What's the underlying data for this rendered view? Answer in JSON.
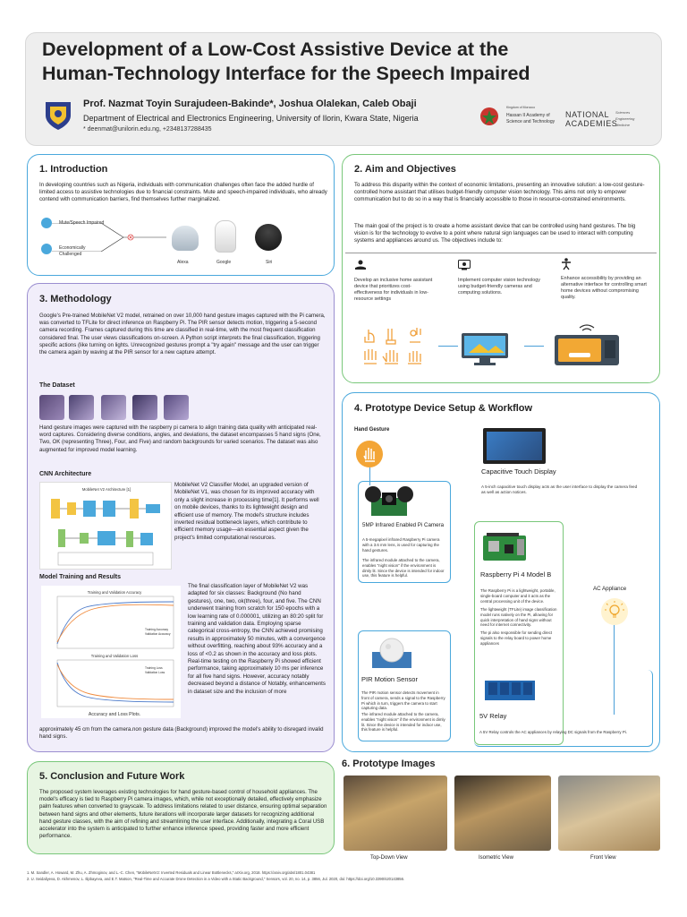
{
  "header": {
    "title_line1": "Development of a Low-Cost Assistive Device at the",
    "title_line2": "Human-Technology Interface for the Speech Impaired",
    "authors": "Prof. Nazmat Toyin Surajudeen-Bakinde*, Joshua Olalekan, Caleb Obaji",
    "department": "Department of Electrical and Electronics Engineering, University of Ilorin, Kwara State,  Nigeria",
    "contact": "* deenmat@unilorin.edu.ng, +2348137288435",
    "academy_line1": "Kingdom of Morocco",
    "academy_line2": "Hassan II Academy of",
    "academy_line3": "Science and Technology",
    "nas_line1": "NATIONAL",
    "nas_line2": "ACADEMIES",
    "nas_side1": "Sciences",
    "nas_side2": "Engineering",
    "nas_side3": "Medicine"
  },
  "intro": {
    "title": "1. Introduction",
    "text": "In developing countries such as Nigeria, individuals with communication challenges often face the added hurdle of limited access to assistive technologies due to financial constraints. Mute and speech-impaired individuals, who already contend with communication barriers, find themselves further marginalized.",
    "label_mute": "Mute/Speech Impaired",
    "label_econ1": "Economically",
    "label_econ2": "Challenged",
    "label_alexa": "Alexa",
    "label_google": "Google",
    "label_siri": "Siri"
  },
  "aim": {
    "title": "2. Aim and Objectives",
    "text1": "To address this disparity within the context of economic limitations, presenting an innovative solution: a low-cost gesture-controlled home assistant that utilises budget-friendly computer vision technology. This aims not only to empower communication but to do so in a way that is financially accessible to those in resource-constrained environments.",
    "text2": "The main goal of the project is to create a home assistant device that can be controlled using hand gestures. The big vision is for the technology to evolve to a point where natural sign languages can be used to interact with computing systems and appliances around us. The objectives include to:",
    "obj1": "Develop an inclusive home assistant device that prioritizes cost-effectiveness for individuals in low-resource settings",
    "obj2": "Implement computer vision technology using budget-friendly cameras and computing solutions.",
    "obj3": "Enhance accessibility by providing an alternative interface for controlling smart home devices without compromising quality."
  },
  "method": {
    "title": "3. Methodology",
    "text": "Google's Pre-trained MobileNet V2 model, retrained on over 10,000 hand gesture images captured with the Pi camera, was converted to TFLite for direct inference on Raspberry Pi.  The PIR sensor detects motion, triggering a 5-second camera recording. Frames captured during this time are classified in real-time, with the most frequent classification considered final. The user views classifications on-screen. A Python script interprets the final classification, triggering specific actions (like turning on lights. Unrecognized gestures prompt a \"try again\" message and the user can trigger the camera again by waving at the PIR sensor for a new capture attempt.",
    "dataset_title": "The Dataset",
    "dataset_text": "Hand gesture images were captured with the raspberry pi camera to align training data quality with anticipated real-word captures. Considering diverse conditions, angles, and deviations, the dataset encompasses 5 hand signs (One, Two, OK (representing Three), Four, and Five) and random backgrounds for varied scenarios. The dataset was also augmented for improved model learning.",
    "cnn_title": "CNN Architecture",
    "cnn_diagram_label": "MobileNet V2 Architecture [1]",
    "cnn_text": "MobileNet V2 Classifier Model, an upgraded version of MobileNet V1, was chosen for its improved accuracy with only a slight increase in processing time[1]. It performs well on mobile devices, thanks to its lightweight design and efficient use of memory. The model's structure includes inverted residual bottleneck layers, which contribute to efficient memory usage—an essential aspect given the project's limited computational resources.",
    "training_title": "Model Training and Results",
    "acc_plot_title": "Training and Validation Accuracy",
    "loss_plot_title": "Training and Validation Loss",
    "legend_train_acc": "Training Accuracy",
    "legend_val_acc": "Validation Accuracy",
    "legend_train_loss": "Training Loss",
    "legend_val_loss": "Validation Loss",
    "plots_caption": "Accuracy and Loss Plots.",
    "training_text": "The final classification layer of MobileNet V2 was adapted for six classes: Background (No hand gestures), one, two, ok(three), four, and five. The CNN underwent training from scratch for 150 epochs with a low learning rate of 0.000001, utilizing an 80:20 split for training and validation data. Employing sparse categorical cross-entropy, the CNN achieved promising results in approximately 50 minutes, with a convergence without overfitting, reaching about 93% accuracy and a loss of <0.2 as shown in the accuracy and loss plots. Real-time testing on the Raspberry Pi showed efficient performance, taking approximately 10 ms per inference for all five hand signs. However, accuracy notably decreased beyond a distance of  Notably, enhancements in dataset size and the inclusion of more",
    "training_text_tail": "approximately 45 cm from the camera.non gesture data (Background) improved the model's ability to disregard invalid hand signs."
  },
  "prototype": {
    "title": "4. Prototype Device Setup & Workflow",
    "hand_gesture": "Hand Gesture",
    "display_title": "Capacitive Touch Display",
    "display_text": "A 5-inch capacitive touch display acts as the user interface to display the camera feed as well as action notices.",
    "camera_title": "5MP Infrared Enabled Pi Camera",
    "camera_text1": "A 5-megapixel infrared Raspberry Pi camera with a 3.6 mm lens, is used for capturing the hand gestures.",
    "camera_text2": "The infrared module attached to the camera, enables \"night vision\" if the environment is dimly lit. Since the device is intended for indoor use, this feature is helpful.",
    "pi_title": "Raspberry Pi 4 Model B",
    "pi_text1": "The Raspberry Pi is a lightweight, portable, single-board computer and it acts as the central processing unit of the device.",
    "pi_text2": "The lightweight (TFLite) image classification model runs natively on the Pi, allowing for quick interpretation of hand signs without need for internet connectivity.",
    "pi_text3": "The pi also responsible for sending direct signals to the relay board to power home appliances",
    "appliance_title": "AC Appliance",
    "pir_title": "PIR Motion Sensor",
    "pir_text1": "The PIR motion sensor detects movement in front of camera, sends a signal to the Raspberry Pi which in turn, triggers the camera to start capturing data.",
    "pir_text2": "The infrared module attached to the camera, enables \"night vision\" if the environment is dimly lit. Since the device is intended for indoor use, this feature is helpful.",
    "relay_title": "5V Relay",
    "relay_text": "A 5V Relay controls the AC appliances by relaying DC signals from the Raspberry Pi."
  },
  "conclusion": {
    "title": "5. Conclusion and Future Work",
    "text": "The proposed system leverages existing technologies for hand gesture-based control of household appliances. The model's efficacy is tied to Raspberry Pi camera images, which, while not exceptionally detailed, effectively emphasize palm features when converted to grayscale. To address limitations related to user distance, ensuring optimal separation between hand signs and other elements, future iterations will incorporate larger datasets for recognizing additional hand gesture classes, with the aim of refining and streamlining the user interface. Additionally, integrating a Coral USB accelerator into the system is anticipated to further enhance inference speed, providing faster and more efficient performance."
  },
  "images": {
    "title": "6. Prototype Images",
    "cap1": "Top-Down View",
    "cap2": "Isometric View",
    "cap3": "Front View"
  },
  "references": {
    "ref1": "1. M. Sandler, A. Howard, M. Zhu, A. Zhmoginov, and L.-C. Chen, \"MobileNetV2: Inverted Residuals and Linear Bottlenecks,\" arXiv.org, 2018. https://arxiv.org/abs/1801.04381",
    "ref2": "2. U. Seidaliyeva, D. Akhmenov, L. Ilipbayeva, and E.T. Matson, \"Real-Time and Accurate Drone Detection in a Video with a Static Background,\" Sensors, vol. 20, no. 14, p. 3856, Jul. 2020, doi: https://doi.org/10.3390/s20143856."
  },
  "colors": {
    "header_bg": "#eeeeee",
    "intro_border": "#4aa8dc",
    "aim_border": "#79c77a",
    "method_border": "#9b8ed0",
    "method_bg": "#f1eefa",
    "prototype_border": "#4aa8dc",
    "conclusion_border": "#79c77a",
    "conclusion_bg": "#e7f5e2"
  }
}
